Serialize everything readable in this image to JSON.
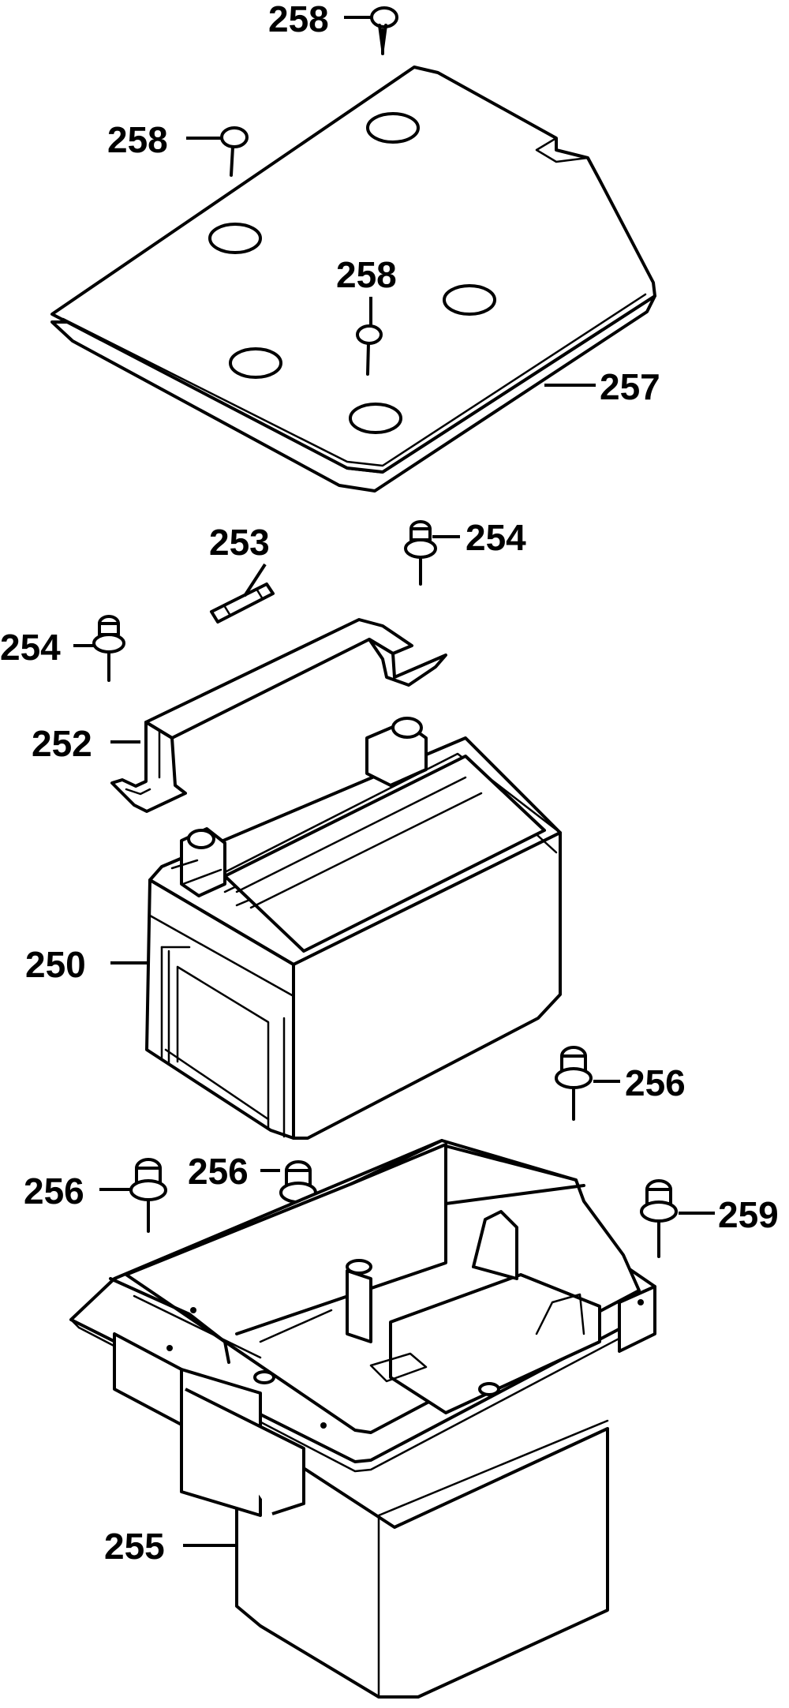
{
  "diagram": {
    "type": "exploded-parts-view",
    "callouts": [
      {
        "id": "c258a",
        "label": "258"
      },
      {
        "id": "c258b",
        "label": "258"
      },
      {
        "id": "c258c",
        "label": "258"
      },
      {
        "id": "c257",
        "label": "257"
      },
      {
        "id": "c253",
        "label": "253"
      },
      {
        "id": "c254a",
        "label": "254"
      },
      {
        "id": "c254b",
        "label": "254"
      },
      {
        "id": "c252",
        "label": "252"
      },
      {
        "id": "c250",
        "label": "250"
      },
      {
        "id": "c256a",
        "label": "256"
      },
      {
        "id": "c256b",
        "label": "256"
      },
      {
        "id": "c256c",
        "label": "256"
      },
      {
        "id": "c259",
        "label": "259"
      },
      {
        "id": "c255",
        "label": "255"
      }
    ],
    "colors": {
      "ink": "#000000",
      "paper": "#ffffff"
    }
  }
}
